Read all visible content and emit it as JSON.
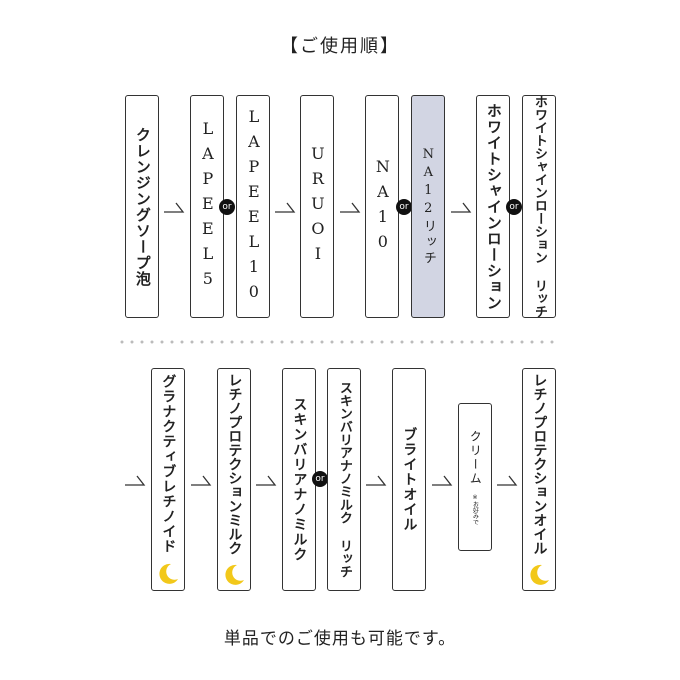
{
  "title": "【ご使用順】",
  "row1": {
    "b1": "クレンジングソープ泡",
    "b2": "LAPEEL5",
    "b3": "LAPEEL10",
    "b4": "URUOI",
    "b5": "NA10",
    "b6": "NA12リッチ",
    "b7": "ホワイトシャインローション",
    "b8": "ホワイトシャインローション リッチ"
  },
  "row2": {
    "b1": "グラナクティブレチノイド",
    "b2": "レチノプロテクションミルク",
    "b3": "スキンバリアナノミルク",
    "b4": "スキンバリアナノミルク リッチ",
    "b5": "ブライトオイル",
    "b6": "クリーム",
    "b6_note": "※お好みで",
    "b7": "レチノプロテクションオイル"
  },
  "or_label": "or",
  "moon_icon": "crescent-moon-icon",
  "moon_color": "#f2c81a",
  "highlight_color": "#d2d5e3",
  "footer": "単品でのご使用も可能です。"
}
